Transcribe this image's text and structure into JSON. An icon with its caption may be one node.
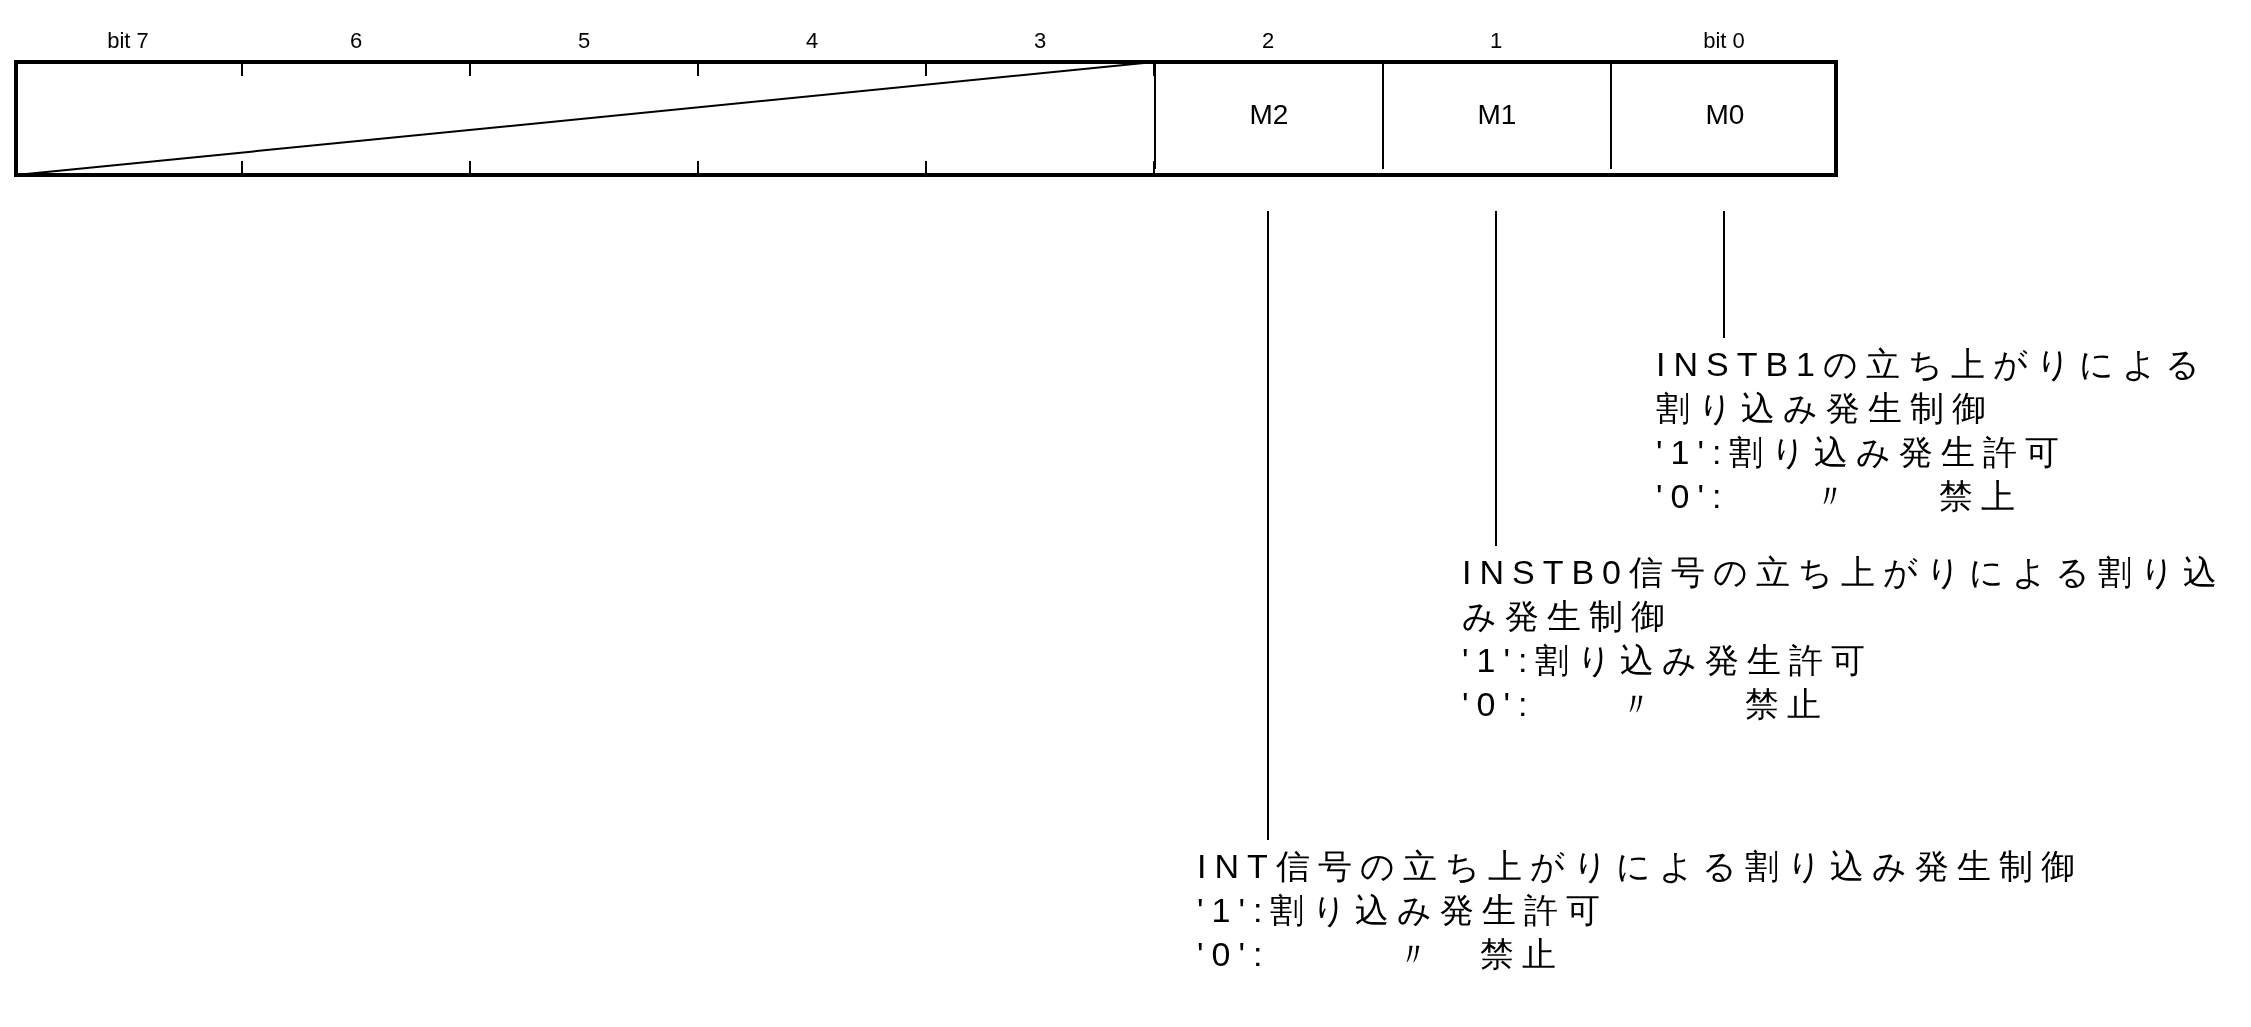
{
  "diagram": {
    "nodes": [
      {
        "text": [],
        "shape": "bar"
      },
      {
        "text": [
          "M2"
        ],
        "in": 0
      },
      {
        "text": [
          "M1"
        ],
        "in": 0
      },
      {
        "text": [
          "M0"
        ],
        "in": 0
      },
      {
        "text": [
          "INSTB1の立ち上がりによる割り込み発生制御",
          "'1':割り込み発生許可",
          "'0':　　〃　　禁上"
        ]
      },
      {
        "text": [
          "INSTB0信号の立ち上がりによる割り込み発生制御",
          "'1':割り込み発生許可",
          "'0':　　〃　　禁止"
        ]
      },
      {
        "text": [
          "INT信号の立ち上がりによる割り込み発生制御",
          "'1':割り込み発生許可",
          "'0':　　　〃　禁止"
        ]
      }
    ],
    "edges": [
      {
        "from": 4,
        "to": 3,
        "arrow": "none"
      },
      {
        "from": 5,
        "to": 2,
        "arrow": "none"
      },
      {
        "from": 6,
        "to": 1,
        "arrow": "none"
      }
    ],
    "labels": [
      "bit 7",
      "6",
      "5",
      "4",
      "3",
      "2",
      "1",
      "bit 0"
    ]
  }
}
